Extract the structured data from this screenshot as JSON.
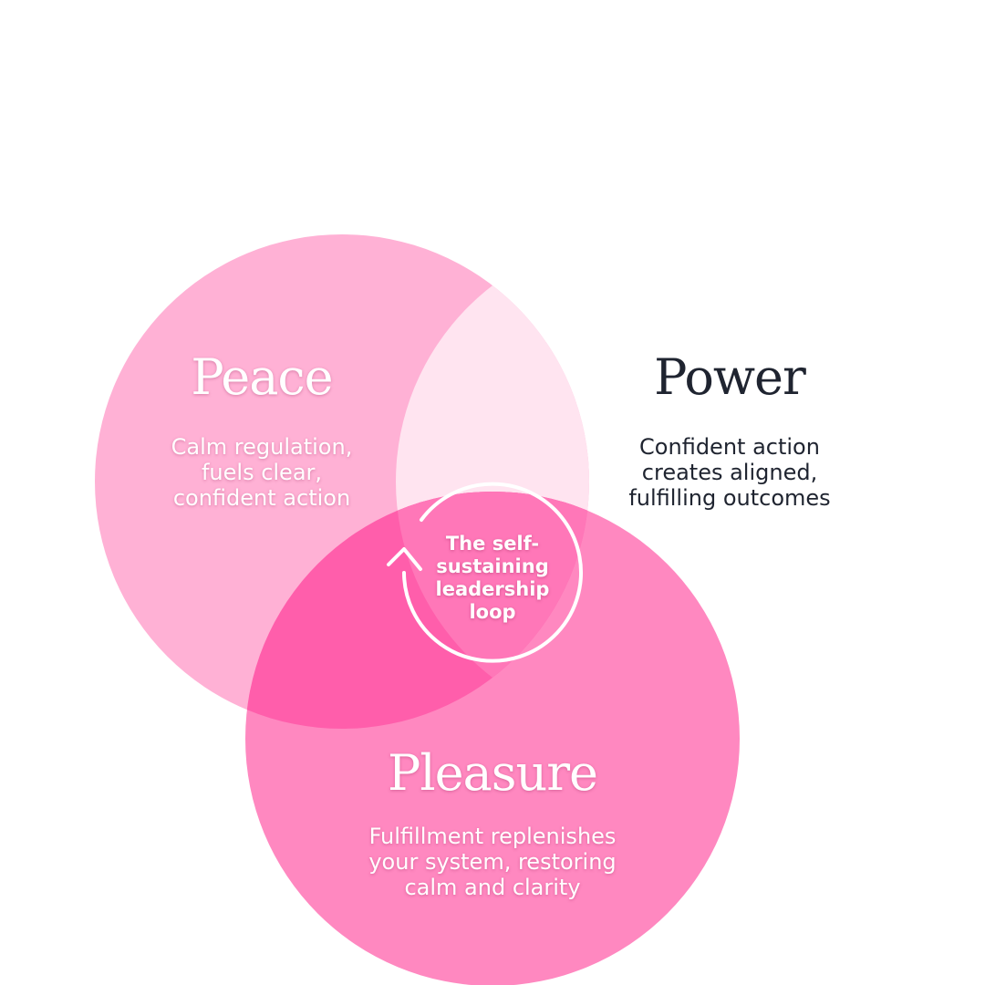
{
  "colors": {
    "peace_fill": "#ffb1d5",
    "power_fill": "#ffe4f0",
    "pleasure_fill": "#ff88c0",
    "overlap_fill": "#ff5eab",
    "text_dark": "#1f2430",
    "text_light": "#ffffff"
  },
  "peace": {
    "title": "Peace",
    "lines": [
      "Calm regulation,",
      "fuels clear,",
      "confident action"
    ]
  },
  "power": {
    "title": "Power",
    "lines": [
      "Confident action",
      "creates aligned,",
      "fulfilling outcomes"
    ]
  },
  "pleasure": {
    "title": "Pleasure",
    "lines": [
      "Fulfillment replenishes",
      "your system, restoring",
      "calm and clarity"
    ]
  },
  "loop": {
    "icon": "circular-arrow-icon",
    "lines": [
      "The self-",
      "sustaining",
      "leadership",
      "loop"
    ]
  }
}
